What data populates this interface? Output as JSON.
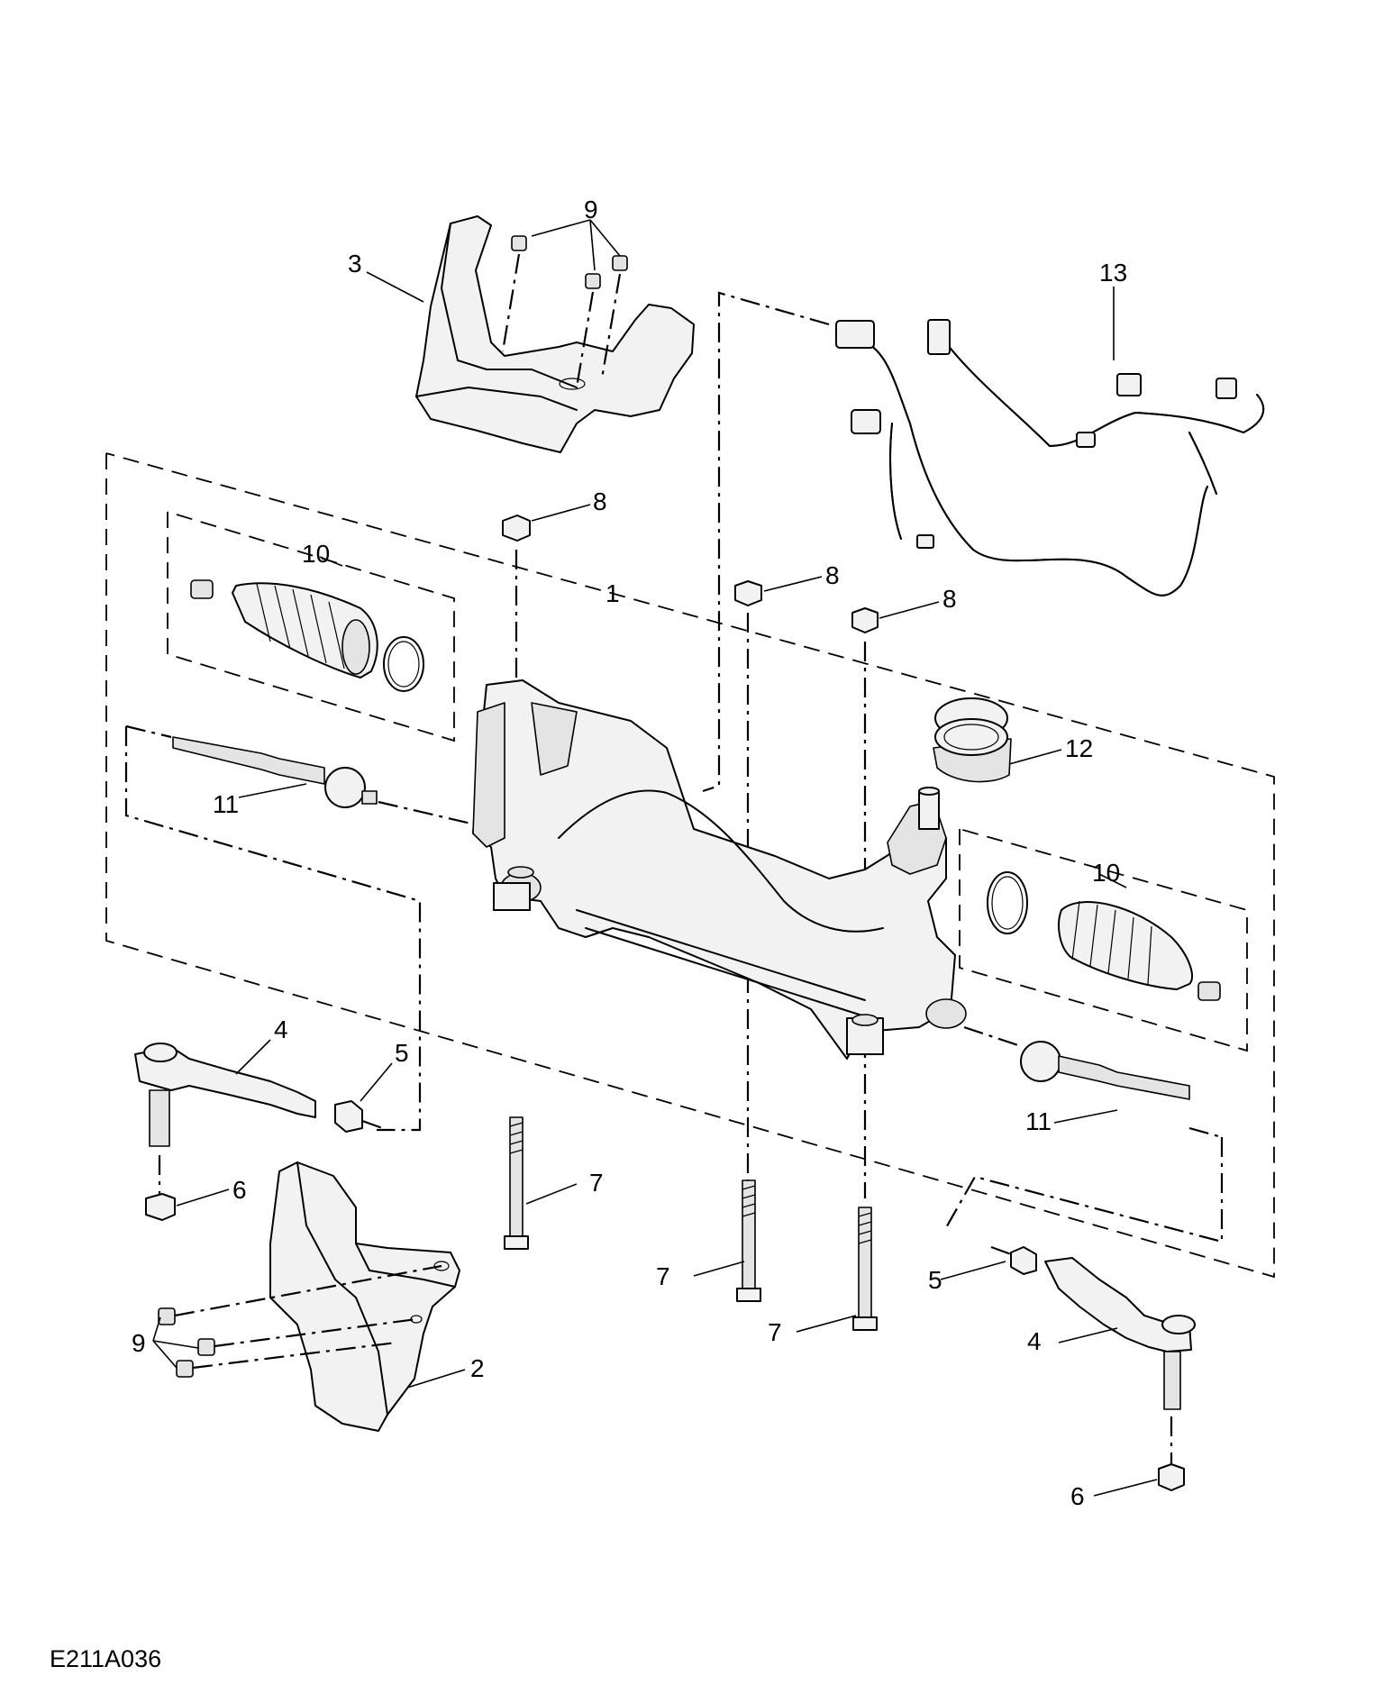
{
  "diagram": {
    "reference_code": "E211A036",
    "callouts": [
      {
        "id": "c9a",
        "text": "9"
      },
      {
        "id": "c3",
        "text": "3"
      },
      {
        "id": "c13",
        "text": "13"
      },
      {
        "id": "c8a",
        "text": "8"
      },
      {
        "id": "c10a",
        "text": "10"
      },
      {
        "id": "c1",
        "text": "1"
      },
      {
        "id": "c8b",
        "text": "8"
      },
      {
        "id": "c8c",
        "text": "8"
      },
      {
        "id": "c12",
        "text": "12"
      },
      {
        "id": "c11a",
        "text": "11"
      },
      {
        "id": "c10b",
        "text": "10"
      },
      {
        "id": "c4a",
        "text": "4"
      },
      {
        "id": "c5a",
        "text": "5"
      },
      {
        "id": "c11b",
        "text": "11"
      },
      {
        "id": "c6a",
        "text": "6"
      },
      {
        "id": "c7a",
        "text": "7"
      },
      {
        "id": "c7b",
        "text": "7"
      },
      {
        "id": "c5b",
        "text": "5"
      },
      {
        "id": "c7c",
        "text": "7"
      },
      {
        "id": "c9b",
        "text": "9"
      },
      {
        "id": "c4b",
        "text": "4"
      },
      {
        "id": "c2",
        "text": "2"
      },
      {
        "id": "c6b",
        "text": "6"
      }
    ]
  }
}
